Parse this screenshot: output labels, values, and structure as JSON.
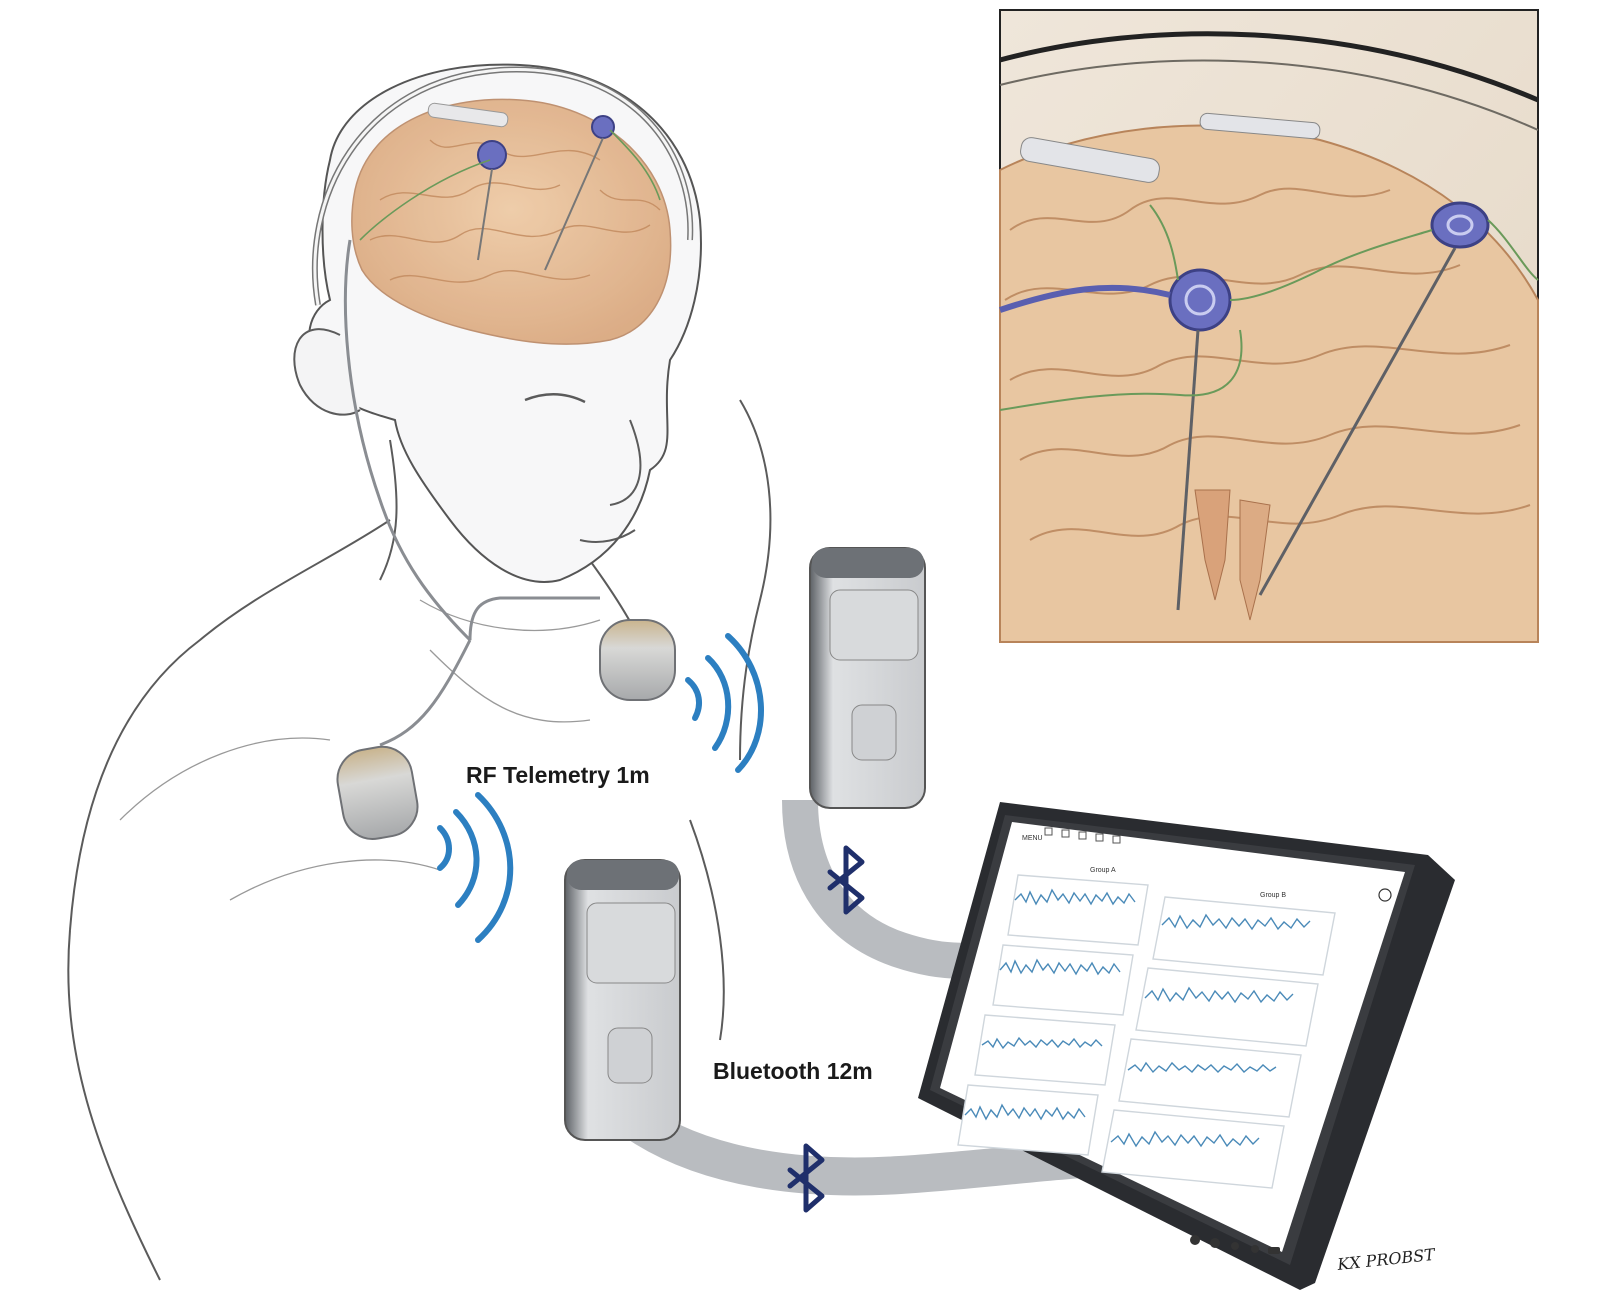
{
  "labels": {
    "rf_telemetry": "RF Telemetry 1m",
    "bluetooth": "Bluetooth 12m"
  },
  "tablet": {
    "group_a": "Group A",
    "group_b": "Group B",
    "menu": "MENU"
  },
  "signature": "KX PROBST",
  "colors": {
    "wave_blue": "#2c7fc1",
    "bluetooth_navy": "#1f2f6b",
    "lead_purple": "#5a5fb0",
    "brain_tan": "#e2b890",
    "eeg_trace": "#4a8ab8",
    "arrow_gray": "#b9bcc0"
  },
  "icons": [
    "bluetooth-icon",
    "rf-wave-icon",
    "close-icon"
  ]
}
